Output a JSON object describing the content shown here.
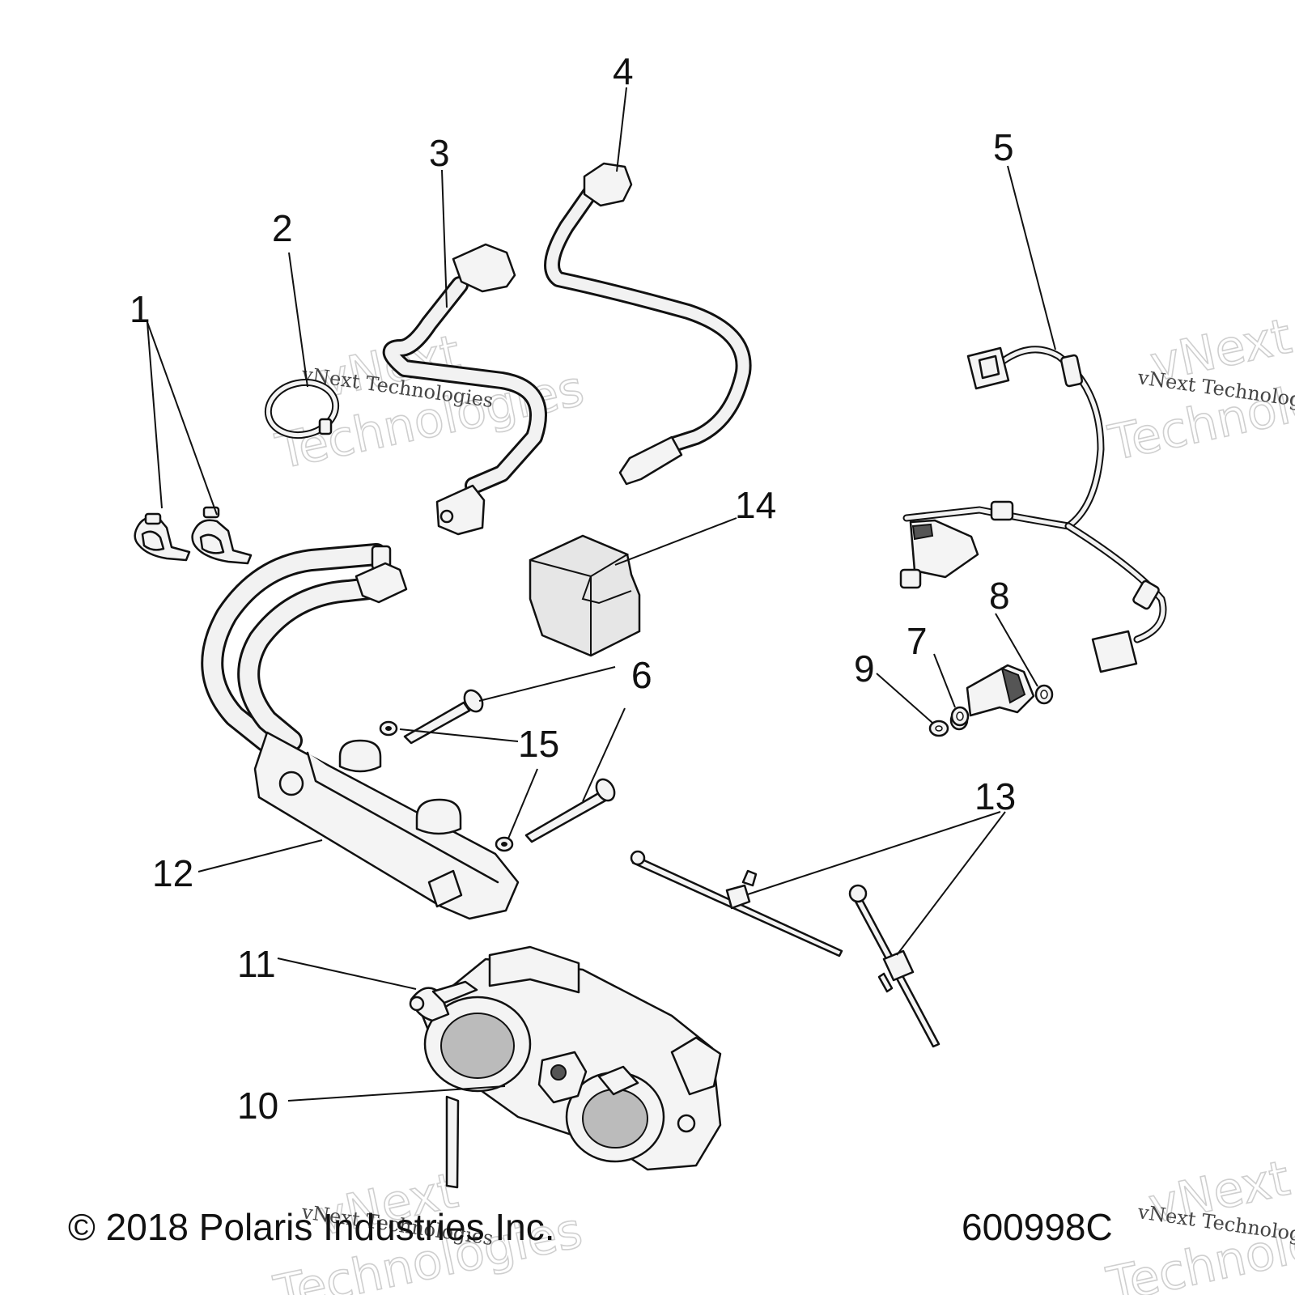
{
  "callouts": {
    "c1": "1",
    "c2": "2",
    "c3": "3",
    "c4": "4",
    "c5": "5",
    "c6a": "6",
    "c6b": "6",
    "c7": "7",
    "c8": "8",
    "c9": "9",
    "c10": "10",
    "c11": "11",
    "c12": "12",
    "c13": "13",
    "c14": "14",
    "c15": "15"
  },
  "footer": {
    "copyright": "© 2018 Polaris Industries Inc.",
    "drawing_number": "600998C"
  },
  "watermark": {
    "small": "vNext Technologies",
    "big_line1": "vNext",
    "big_line2": "Technologies"
  }
}
